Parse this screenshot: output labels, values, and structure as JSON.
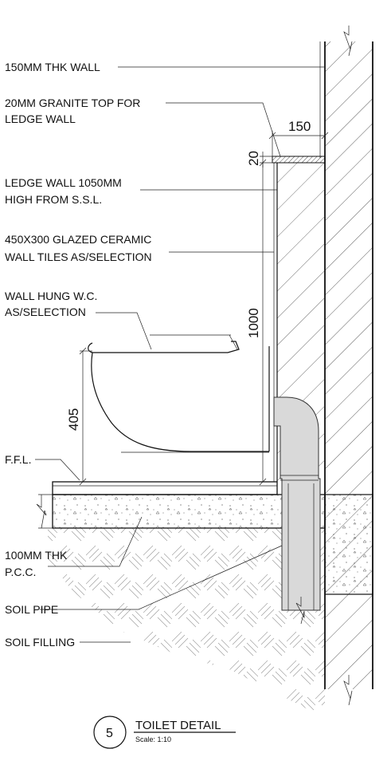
{
  "labels": {
    "wall": "150MM THK WALL",
    "granite_l1": "20MM GRANITE TOP FOR",
    "granite_l2": "LEDGE WALL",
    "ledge_l1": "LEDGE WALL 1050MM",
    "ledge_l2": "HIGH FROM S.S.L.",
    "tiles_l1": "450X300 GLAZED CERAMIC",
    "tiles_l2": "WALL TILES AS/SELECTION",
    "wc_l1": "WALL HUNG W.C.",
    "wc_l2": "AS/SELECTION",
    "ffl": "F.F.L.",
    "pcc_l1": "100MM THK",
    "pcc_l2": "P.C.C.",
    "soil_pipe": "SOIL PIPE",
    "soil_filling": "SOIL FILLING"
  },
  "dimensions": {
    "ledge_width": "150",
    "granite_thk": "20",
    "ledge_height": "1000",
    "wc_height": "405"
  },
  "title": {
    "number": "5",
    "name": "TOILET DETAIL",
    "scale": "Scale: 1:10"
  },
  "colors": {
    "line": "#111111",
    "pipe_fill": "#d9d9d9"
  }
}
